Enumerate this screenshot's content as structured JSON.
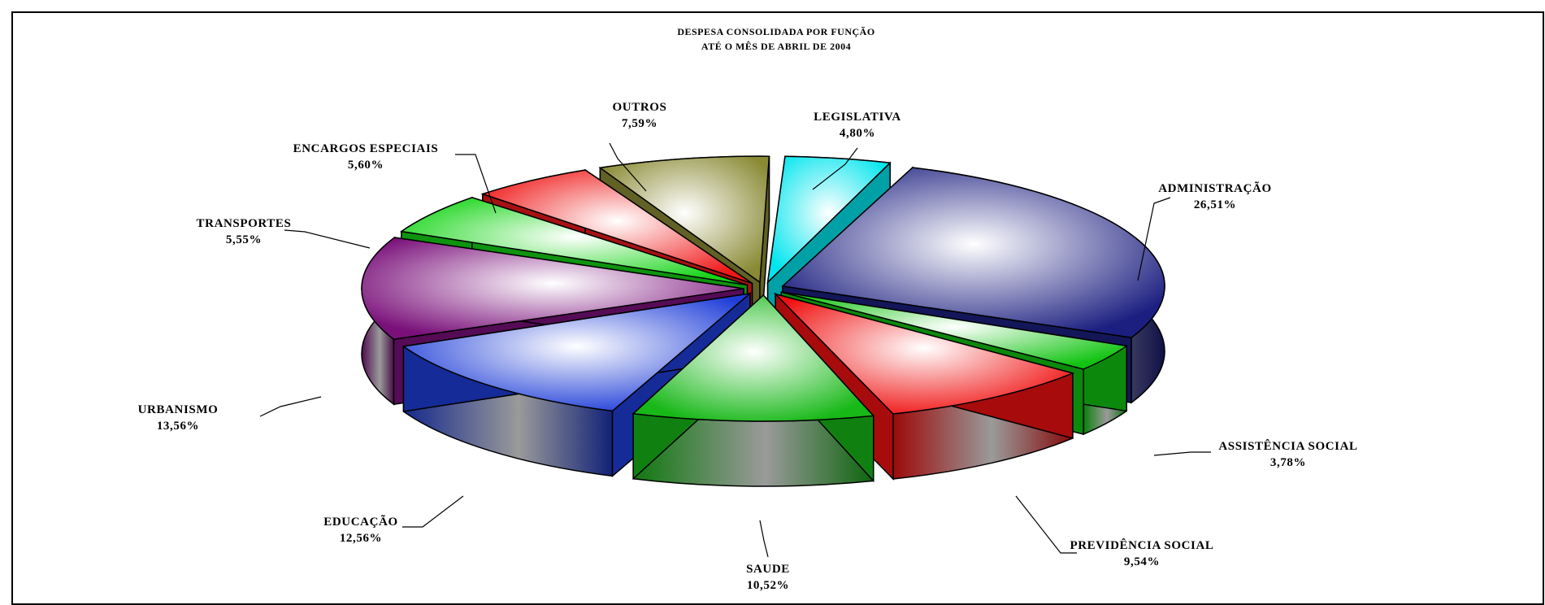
{
  "chart_data": {
    "type": "pie",
    "title": "DESPESA CONSOLIDADA POR FUNÇÃO",
    "subtitle": "ATÉ O MÊS DE ABRIL DE 2004",
    "exploded": true,
    "three_d": true,
    "slices": [
      {
        "label": "LEGISLATIVA",
        "value": 4.8,
        "value_label": "4,80%",
        "color": "#00e5ee"
      },
      {
        "label": "ADMINISTRAÇÃO",
        "value": 26.51,
        "value_label": "26,51%",
        "color": "#1c1f80"
      },
      {
        "label": "ASSISTÊNCIA SOCIAL",
        "value": 3.78,
        "value_label": "3,78%",
        "color": "#11c411"
      },
      {
        "label": "PREVIDÊNCIA SOCIAL",
        "value": 9.54,
        "value_label": "9,54%",
        "color": "#f01010"
      },
      {
        "label": "SAUDE",
        "value": 10.52,
        "value_label": "10,52%",
        "color": "#17b817"
      },
      {
        "label": "EDUCAÇÃO",
        "value": 12.56,
        "value_label": "12,56%",
        "color": "#1e3dd8"
      },
      {
        "label": "URBANISMO",
        "value": 13.56,
        "value_label": "13,56%",
        "color": "#7a107a"
      },
      {
        "label": "TRANSPORTES",
        "value": 5.55,
        "value_label": "5,55%",
        "color": "#14d414"
      },
      {
        "label": "ENCARGOS ESPECIAIS",
        "value": 5.6,
        "value_label": "5,60%",
        "color": "#f01818"
      },
      {
        "label": "OUTROS",
        "value": 7.59,
        "value_label": "7,59%",
        "color": "#8a8a35"
      }
    ]
  }
}
